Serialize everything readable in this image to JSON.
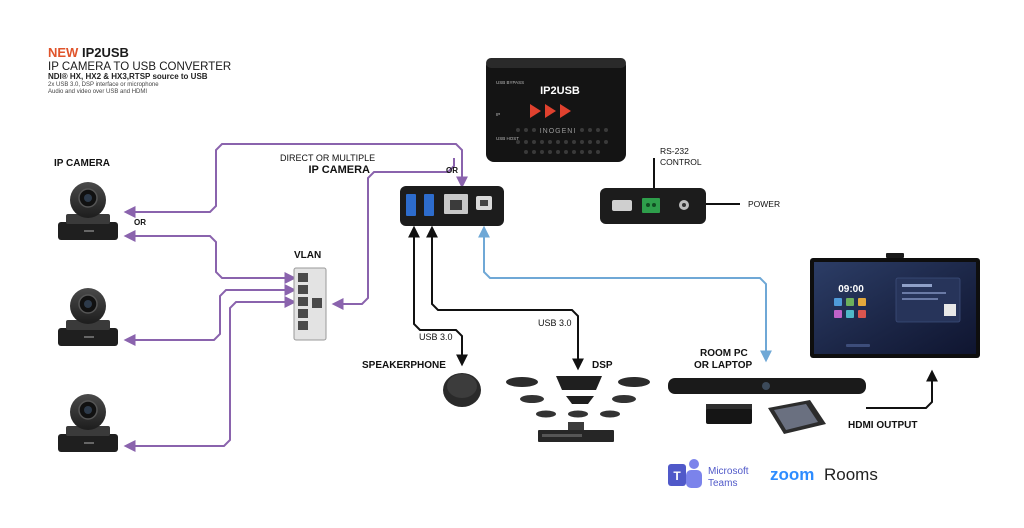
{
  "header": {
    "new_word": "NEW",
    "product": "IP2USB",
    "subtitle": "IP CAMERA TO USB CONVERTER",
    "features": "NDI® HX, HX2 & HX3,RTSP source to USB",
    "line2": "2x USB 3.0, DSP interface or microphone",
    "line3": "Audio and video over USB and HDMI"
  },
  "device": {
    "top_label": "IP2USB",
    "usb_bypass": "USB BYPASS",
    "ip": "IP",
    "usb_host": "USB HOST",
    "brand": "INOGENI"
  },
  "labels": {
    "ip_camera": "IP CAMERA",
    "or_left": "OR",
    "direct_line1": "DIRECT OR MULTIPLE",
    "direct_line2": "IP CAMERA",
    "or_top": "OR",
    "vlan": "VLAN",
    "rs232_line1": "RS-232",
    "rs232_line2": "CONTROL",
    "power": "POWER",
    "usb30_a": "USB 3.0",
    "usb30_b": "USB 3.0",
    "speakerphone": "SPEAKERPHONE",
    "dsp": "DSP",
    "room_pc_line1": "ROOM PC",
    "room_pc_line2": "OR LAPTOP",
    "hdmi_output": "HDMI OUTPUT",
    "clock": "09:00"
  },
  "logos": {
    "teams_line1": "Microsoft",
    "teams_line2": "Teams",
    "zoom_word": "zoom",
    "zoom_rooms": "Rooms"
  },
  "colors": {
    "purple": "#8a63ad",
    "blue": "#6fa8d6",
    "accent_red": "#e0542b",
    "teams": "#5059c9",
    "zoom": "#2d8cff",
    "play_red": "#e0412e"
  }
}
